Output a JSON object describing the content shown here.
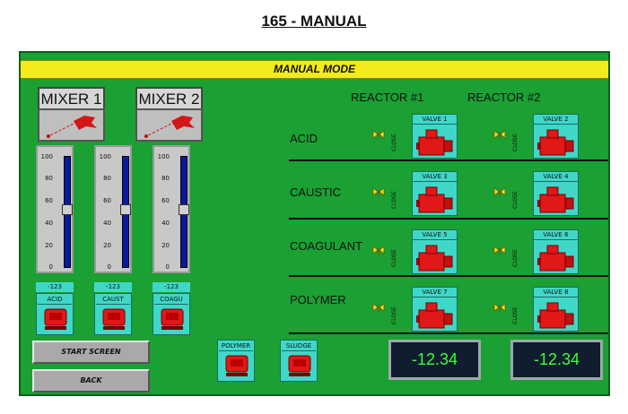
{
  "page_title": "165 - MANUAL",
  "mode_title": "MANUAL MODE",
  "mixers": [
    {
      "label": "MIXER 1"
    },
    {
      "label": "MIXER 2"
    }
  ],
  "sliders": [
    {
      "ticks": [
        "100",
        "80",
        "60",
        "40",
        "20",
        "0"
      ],
      "value": "-123",
      "level_percent": 52
    },
    {
      "ticks": [
        "100",
        "80",
        "60",
        "40",
        "20",
        "0"
      ],
      "value": "-123",
      "level_percent": 52
    },
    {
      "ticks": [
        "100",
        "80",
        "60",
        "40",
        "20",
        "0"
      ],
      "value": "-123",
      "level_percent": 52
    }
  ],
  "pumps": [
    {
      "label": "ACID"
    },
    {
      "label": "CAUST"
    },
    {
      "label": "COAGU"
    },
    {
      "label": "POLYMER"
    },
    {
      "label": "SLUDGE"
    }
  ],
  "nav": {
    "start_screen": "START SCREEN",
    "back": "BACK"
  },
  "reactors": [
    "REACTOR #1",
    "REACTOR #2"
  ],
  "chemicals": [
    {
      "name": "ACID",
      "valves": [
        "VALVE 1",
        "VALVE 2"
      ]
    },
    {
      "name": "CAUSTIC",
      "valves": [
        "VALVE 3",
        "VALVE 4"
      ]
    },
    {
      "name": "COAGULANT",
      "valves": [
        "VALVE 5",
        "VALVE 6"
      ]
    },
    {
      "name": "POLYMER",
      "valves": [
        "VALVE 7",
        "VALVE 8"
      ]
    }
  ],
  "close_label": "CLOSE",
  "displays": [
    "-12.34",
    "-12.34"
  ],
  "colors": {
    "panel": "#1aa033",
    "banner": "#f5ea1e",
    "button_cyan": "#3fd8c8",
    "equipment_red": "#e01818",
    "display_text": "#39ff39"
  }
}
